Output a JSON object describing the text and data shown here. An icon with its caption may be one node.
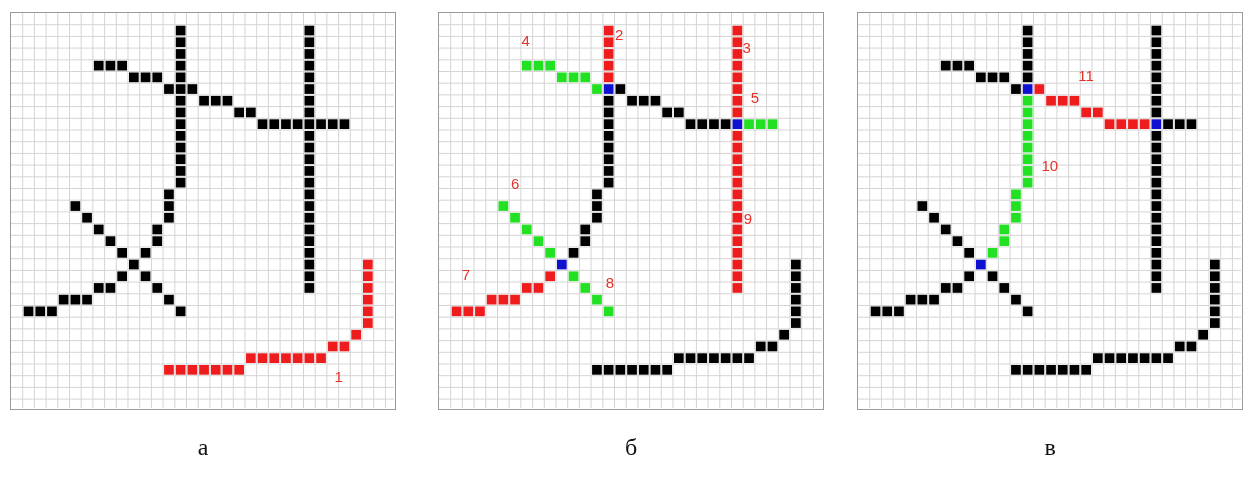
{
  "diagram": {
    "nodes": [
      {
        "text": [],
        "shape": "box",
        "beside": [
          "а"
        ]
      },
      {
        "text": [],
        "shape": "box",
        "beside": [
          "б"
        ]
      },
      {
        "text": [],
        "shape": "box",
        "beside": [
          "в"
        ]
      }
    ],
    "labels": [
      "1",
      "4",
      "2",
      "3",
      "5",
      "6",
      "9",
      "7",
      "8",
      "11",
      "10"
    ]
  }
}
